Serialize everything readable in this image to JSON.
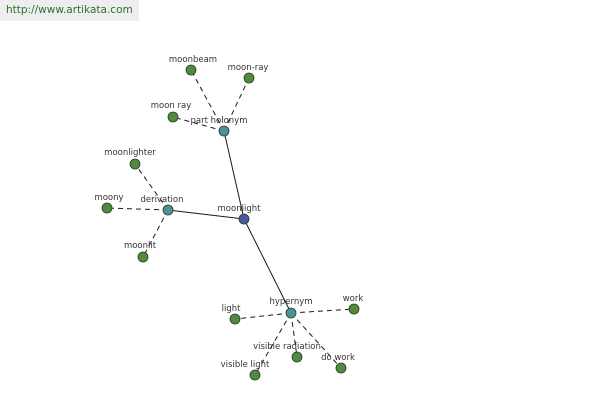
{
  "header": {
    "url": "http://www.artikata.com"
  },
  "colors": {
    "center_node": "#4a5a9c",
    "relation_node": "#4e9393",
    "leaf_node": "#4f8a3f",
    "node_stroke": "#2a3a2a"
  },
  "graph": {
    "nodes": [
      {
        "id": "moonlight",
        "label": "moonlight",
        "kind": "center"
      },
      {
        "id": "part_holonym",
        "label": "part holonym",
        "kind": "relation"
      },
      {
        "id": "derivation",
        "label": "derivation",
        "kind": "relation"
      },
      {
        "id": "hypernym",
        "label": "hypernym",
        "kind": "relation"
      },
      {
        "id": "moonbeam",
        "label": "moonbeam",
        "kind": "leaf"
      },
      {
        "id": "moon_ray_hyphen",
        "label": "moon-ray",
        "kind": "leaf"
      },
      {
        "id": "moon_ray",
        "label": "moon ray",
        "kind": "leaf"
      },
      {
        "id": "moonlighter",
        "label": "moonlighter",
        "kind": "leaf"
      },
      {
        "id": "moony",
        "label": "moony",
        "kind": "leaf"
      },
      {
        "id": "moonlit",
        "label": "moonlit",
        "kind": "leaf"
      },
      {
        "id": "light",
        "label": "light",
        "kind": "leaf"
      },
      {
        "id": "work",
        "label": "work",
        "kind": "leaf"
      },
      {
        "id": "visible_radiation",
        "label": "visible radiation",
        "kind": "leaf"
      },
      {
        "id": "do_work",
        "label": "do work",
        "kind": "leaf"
      },
      {
        "id": "visible_light",
        "label": "visible light",
        "kind": "leaf"
      }
    ],
    "edges": [
      {
        "from": "moonlight",
        "to": "part_holonym",
        "style": "solid"
      },
      {
        "from": "moonlight",
        "to": "derivation",
        "style": "solid"
      },
      {
        "from": "moonlight",
        "to": "hypernym",
        "style": "solid"
      },
      {
        "from": "part_holonym",
        "to": "moonbeam",
        "style": "dashed"
      },
      {
        "from": "part_holonym",
        "to": "moon_ray_hyphen",
        "style": "dashed"
      },
      {
        "from": "part_holonym",
        "to": "moon_ray",
        "style": "dashed"
      },
      {
        "from": "derivation",
        "to": "moonlighter",
        "style": "dashed"
      },
      {
        "from": "derivation",
        "to": "moony",
        "style": "dashed"
      },
      {
        "from": "derivation",
        "to": "moonlit",
        "style": "dashed"
      },
      {
        "from": "hypernym",
        "to": "light",
        "style": "dashed"
      },
      {
        "from": "hypernym",
        "to": "work",
        "style": "dashed"
      },
      {
        "from": "hypernym",
        "to": "visible_radiation",
        "style": "dashed"
      },
      {
        "from": "hypernym",
        "to": "do_work",
        "style": "dashed"
      },
      {
        "from": "hypernym",
        "to": "visible_light",
        "style": "dashed"
      }
    ]
  }
}
